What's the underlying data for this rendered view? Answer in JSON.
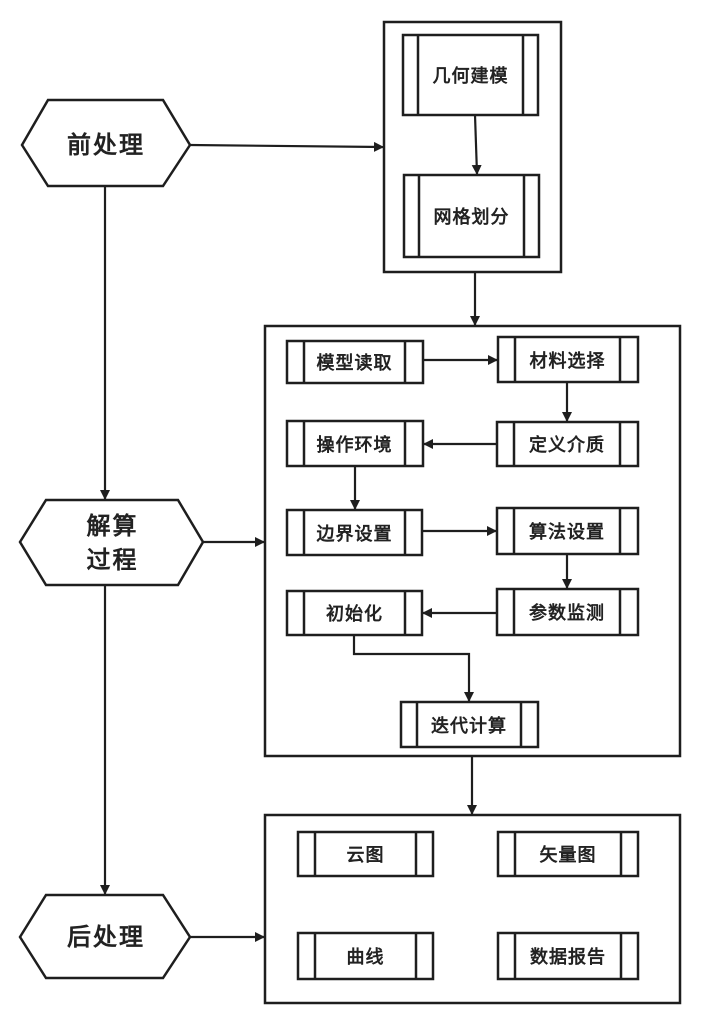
{
  "stages": [
    {
      "id": "pre",
      "label": "前处理"
    },
    {
      "id": "solve",
      "label_lines": [
        "解算",
        "过程"
      ]
    },
    {
      "id": "post",
      "label": "后处理"
    }
  ],
  "pre_group": {
    "steps": [
      "几何建模",
      "网格划分"
    ]
  },
  "solve_group": {
    "steps": [
      "模型读取",
      "材料选择",
      "定义介质",
      "操作环境",
      "边界设置",
      "算法设置",
      "参数监测",
      "初始化",
      "迭代计算"
    ]
  },
  "post_group": {
    "outputs": [
      "云图",
      "矢量图",
      "曲线",
      "数据报告"
    ]
  },
  "colors": {
    "line": "#1e1e1e",
    "background": "#ffffff"
  }
}
